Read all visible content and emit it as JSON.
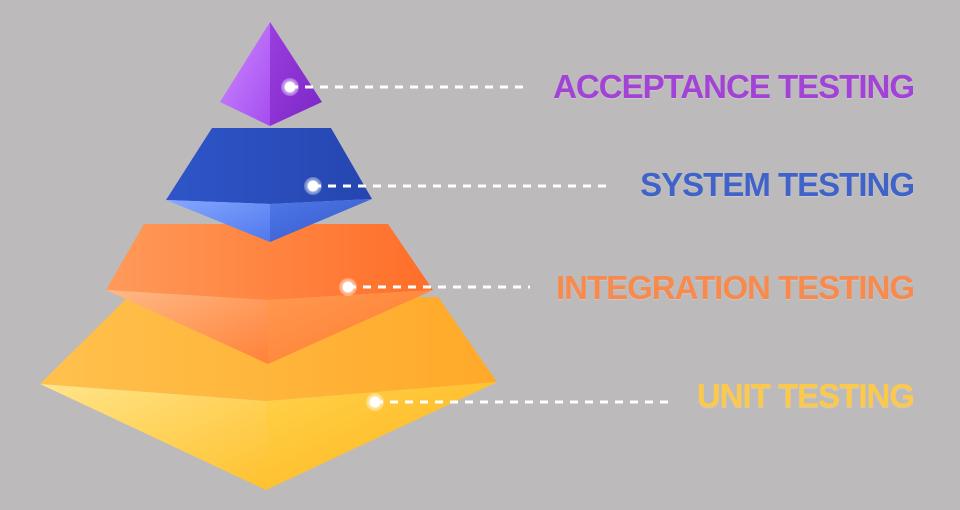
{
  "layers": [
    {
      "label": "ACCEPTANCE TESTING",
      "color": "#a342d6"
    },
    {
      "label": "SYSTEM TESTING",
      "color": "#3f63c9"
    },
    {
      "label": "INTEGRATION TESTING",
      "color": "#f78a4c"
    },
    {
      "label": "UNIT TESTING",
      "color": "#fcc94a"
    }
  ],
  "colors": {
    "background": "#bcbabb",
    "connector": "#ffffff"
  }
}
